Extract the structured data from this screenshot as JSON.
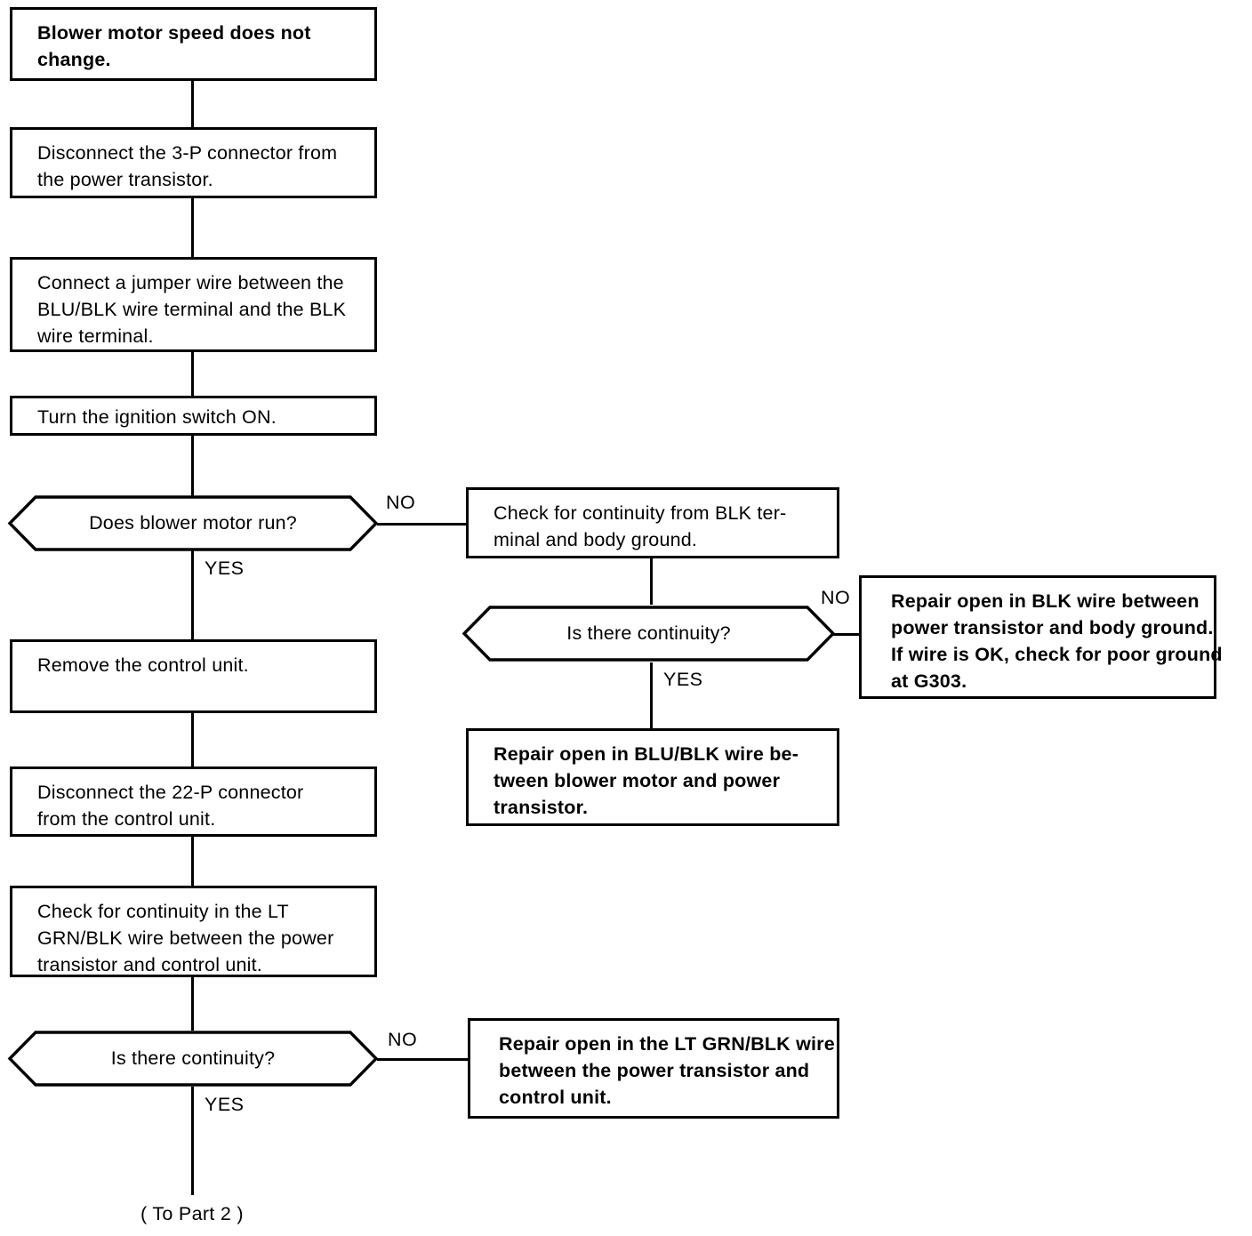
{
  "diagram": {
    "title": "Blower motor speed troubleshooting flowchart",
    "line_color": "#000000",
    "background_color": "#ffffff"
  },
  "nodes": {
    "start": {
      "type": "process",
      "bold": true,
      "line1": "Blower  motor  speed  does  not",
      "line2": "change."
    },
    "disconnect_3p": {
      "type": "process",
      "bold": false,
      "line1": "Disconnect the 3-P connector from",
      "line2": "the power transistor."
    },
    "jumper_wire": {
      "type": "process",
      "bold": false,
      "line1": "Connect a jumper wire between the",
      "line2": "BLU/BLK wire terminal and the BLK",
      "line3": "wire terminal."
    },
    "ignition_on": {
      "type": "process",
      "bold": false,
      "line1": "Turn the ignition switch ON."
    },
    "q_blower_run": {
      "type": "decision",
      "label": "Does blower motor run?"
    },
    "check_blk_continuity": {
      "type": "process",
      "bold": false,
      "line1": "Check for continuity from BLK ter-",
      "line2": "minal and body ground."
    },
    "q_continuity_1": {
      "type": "decision",
      "label": "Is there continuity?"
    },
    "repair_blk": {
      "type": "process",
      "bold": true,
      "line1": "Repair open in BLK wire between",
      "line2": "power transistor and body ground.",
      "line3": "If wire is OK, check for poor ground",
      "line4": "at G303."
    },
    "repair_blu_blk": {
      "type": "process",
      "bold": true,
      "line1": "Repair open in BLU/BLK wire be-",
      "line2": "tween blower motor and power",
      "line3": "transistor."
    },
    "remove_control_unit": {
      "type": "process",
      "bold": false,
      "line1": "Remove the control unit."
    },
    "disconnect_22p": {
      "type": "process",
      "bold": false,
      "line1": "Disconnect  the  22-P  connector",
      "line2": "from the control unit."
    },
    "check_lt_grn": {
      "type": "process",
      "bold": false,
      "line1": "Check  for  continuity  in  the  LT",
      "line2": "GRN/BLK wire between the power",
      "line3": "transistor and control unit."
    },
    "q_continuity_2": {
      "type": "decision",
      "label": "Is there continuity?"
    },
    "repair_lt_grn": {
      "type": "process",
      "bold": true,
      "line1": "Repair open in the LT GRN/BLK wire",
      "line2": "between the power transistor and",
      "line3": "control unit."
    }
  },
  "branch_labels": {
    "blower_run_no": "NO",
    "blower_run_yes": "YES",
    "continuity1_no": "NO",
    "continuity1_yes": "YES",
    "continuity2_no": "NO",
    "continuity2_yes": "YES"
  },
  "footer": {
    "to_part_2": "( To Part 2 )"
  }
}
